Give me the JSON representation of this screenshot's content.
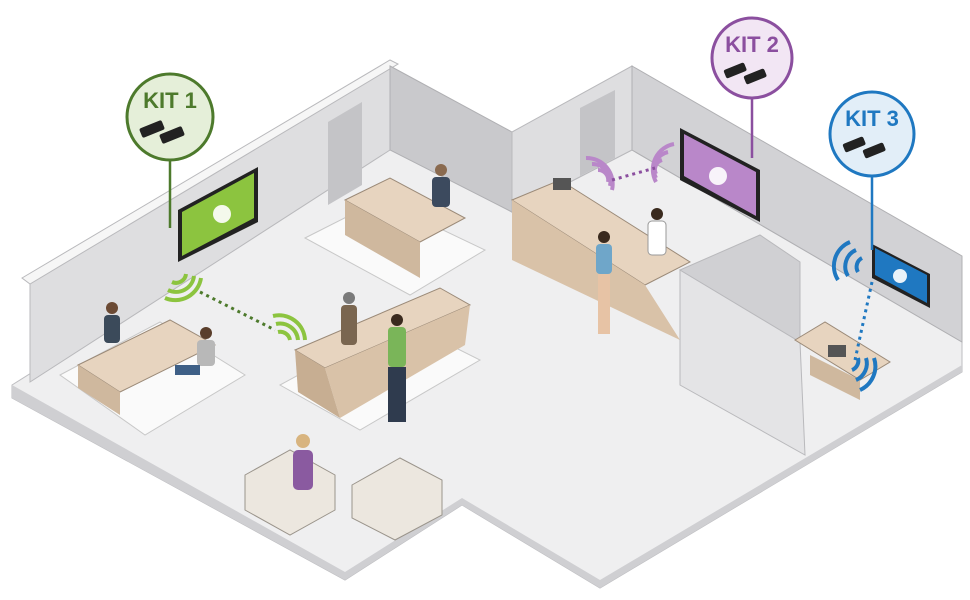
{
  "kits": [
    {
      "label": "KIT 1",
      "color": "#4d7a2c",
      "fill": "#e5efd9"
    },
    {
      "label": "KIT 2",
      "color": "#8b4f9f",
      "fill": "#f2e6f4"
    },
    {
      "label": "KIT 3",
      "color": "#1f78c1",
      "fill": "#e2eef8"
    }
  ],
  "colors": {
    "floor": "#efefef",
    "wall": "#dcdcde",
    "wall_top": "#f7f7f7",
    "desk": "#e6d3bd"
  }
}
